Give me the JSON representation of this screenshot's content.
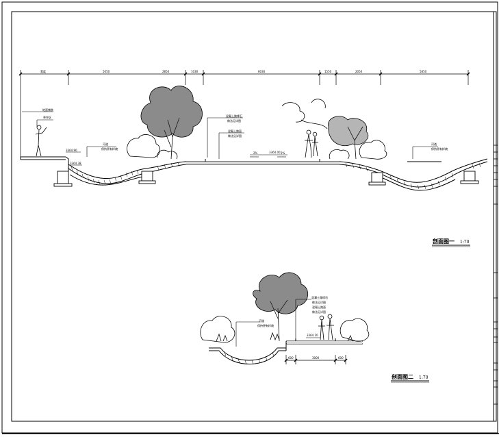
{
  "section_1": {
    "title": "剖面图一",
    "scale": "1:70",
    "dimension_labels": [
      "宽度",
      "5050",
      "2850",
      "1030",
      "6030",
      "1550",
      "2050",
      "5850"
    ],
    "callouts": {
      "left_top_1": "地面铺装",
      "left_top_2": "草坪区",
      "left_mid_1": "河道",
      "left_mid_2": "保持原有样貌",
      "center_1": "混凝土路缘石",
      "center_2": "做法见详图",
      "center_3": "混凝土路面",
      "center_4": "做法见详图",
      "right_1": "河道",
      "right_2": "保持原有样貌"
    },
    "elevations": {
      "left_high": "3364.90",
      "left_low": "3364.38",
      "center": "3364.00"
    },
    "slopes": {
      "left": "2%",
      "right": "2%"
    }
  },
  "section_2": {
    "title": "剖面图二",
    "scale": "1:70",
    "dimension_labels": [
      "600",
      "3000",
      "600"
    ],
    "callouts": {
      "center_1": "混凝土路缘石",
      "center_2": "做法见详图",
      "center_3": "混凝土路面",
      "center_4": "做法见详图",
      "left_1": "河道",
      "left_2": "保持原有样貌"
    },
    "elevations": {
      "path": "3364.10"
    }
  }
}
